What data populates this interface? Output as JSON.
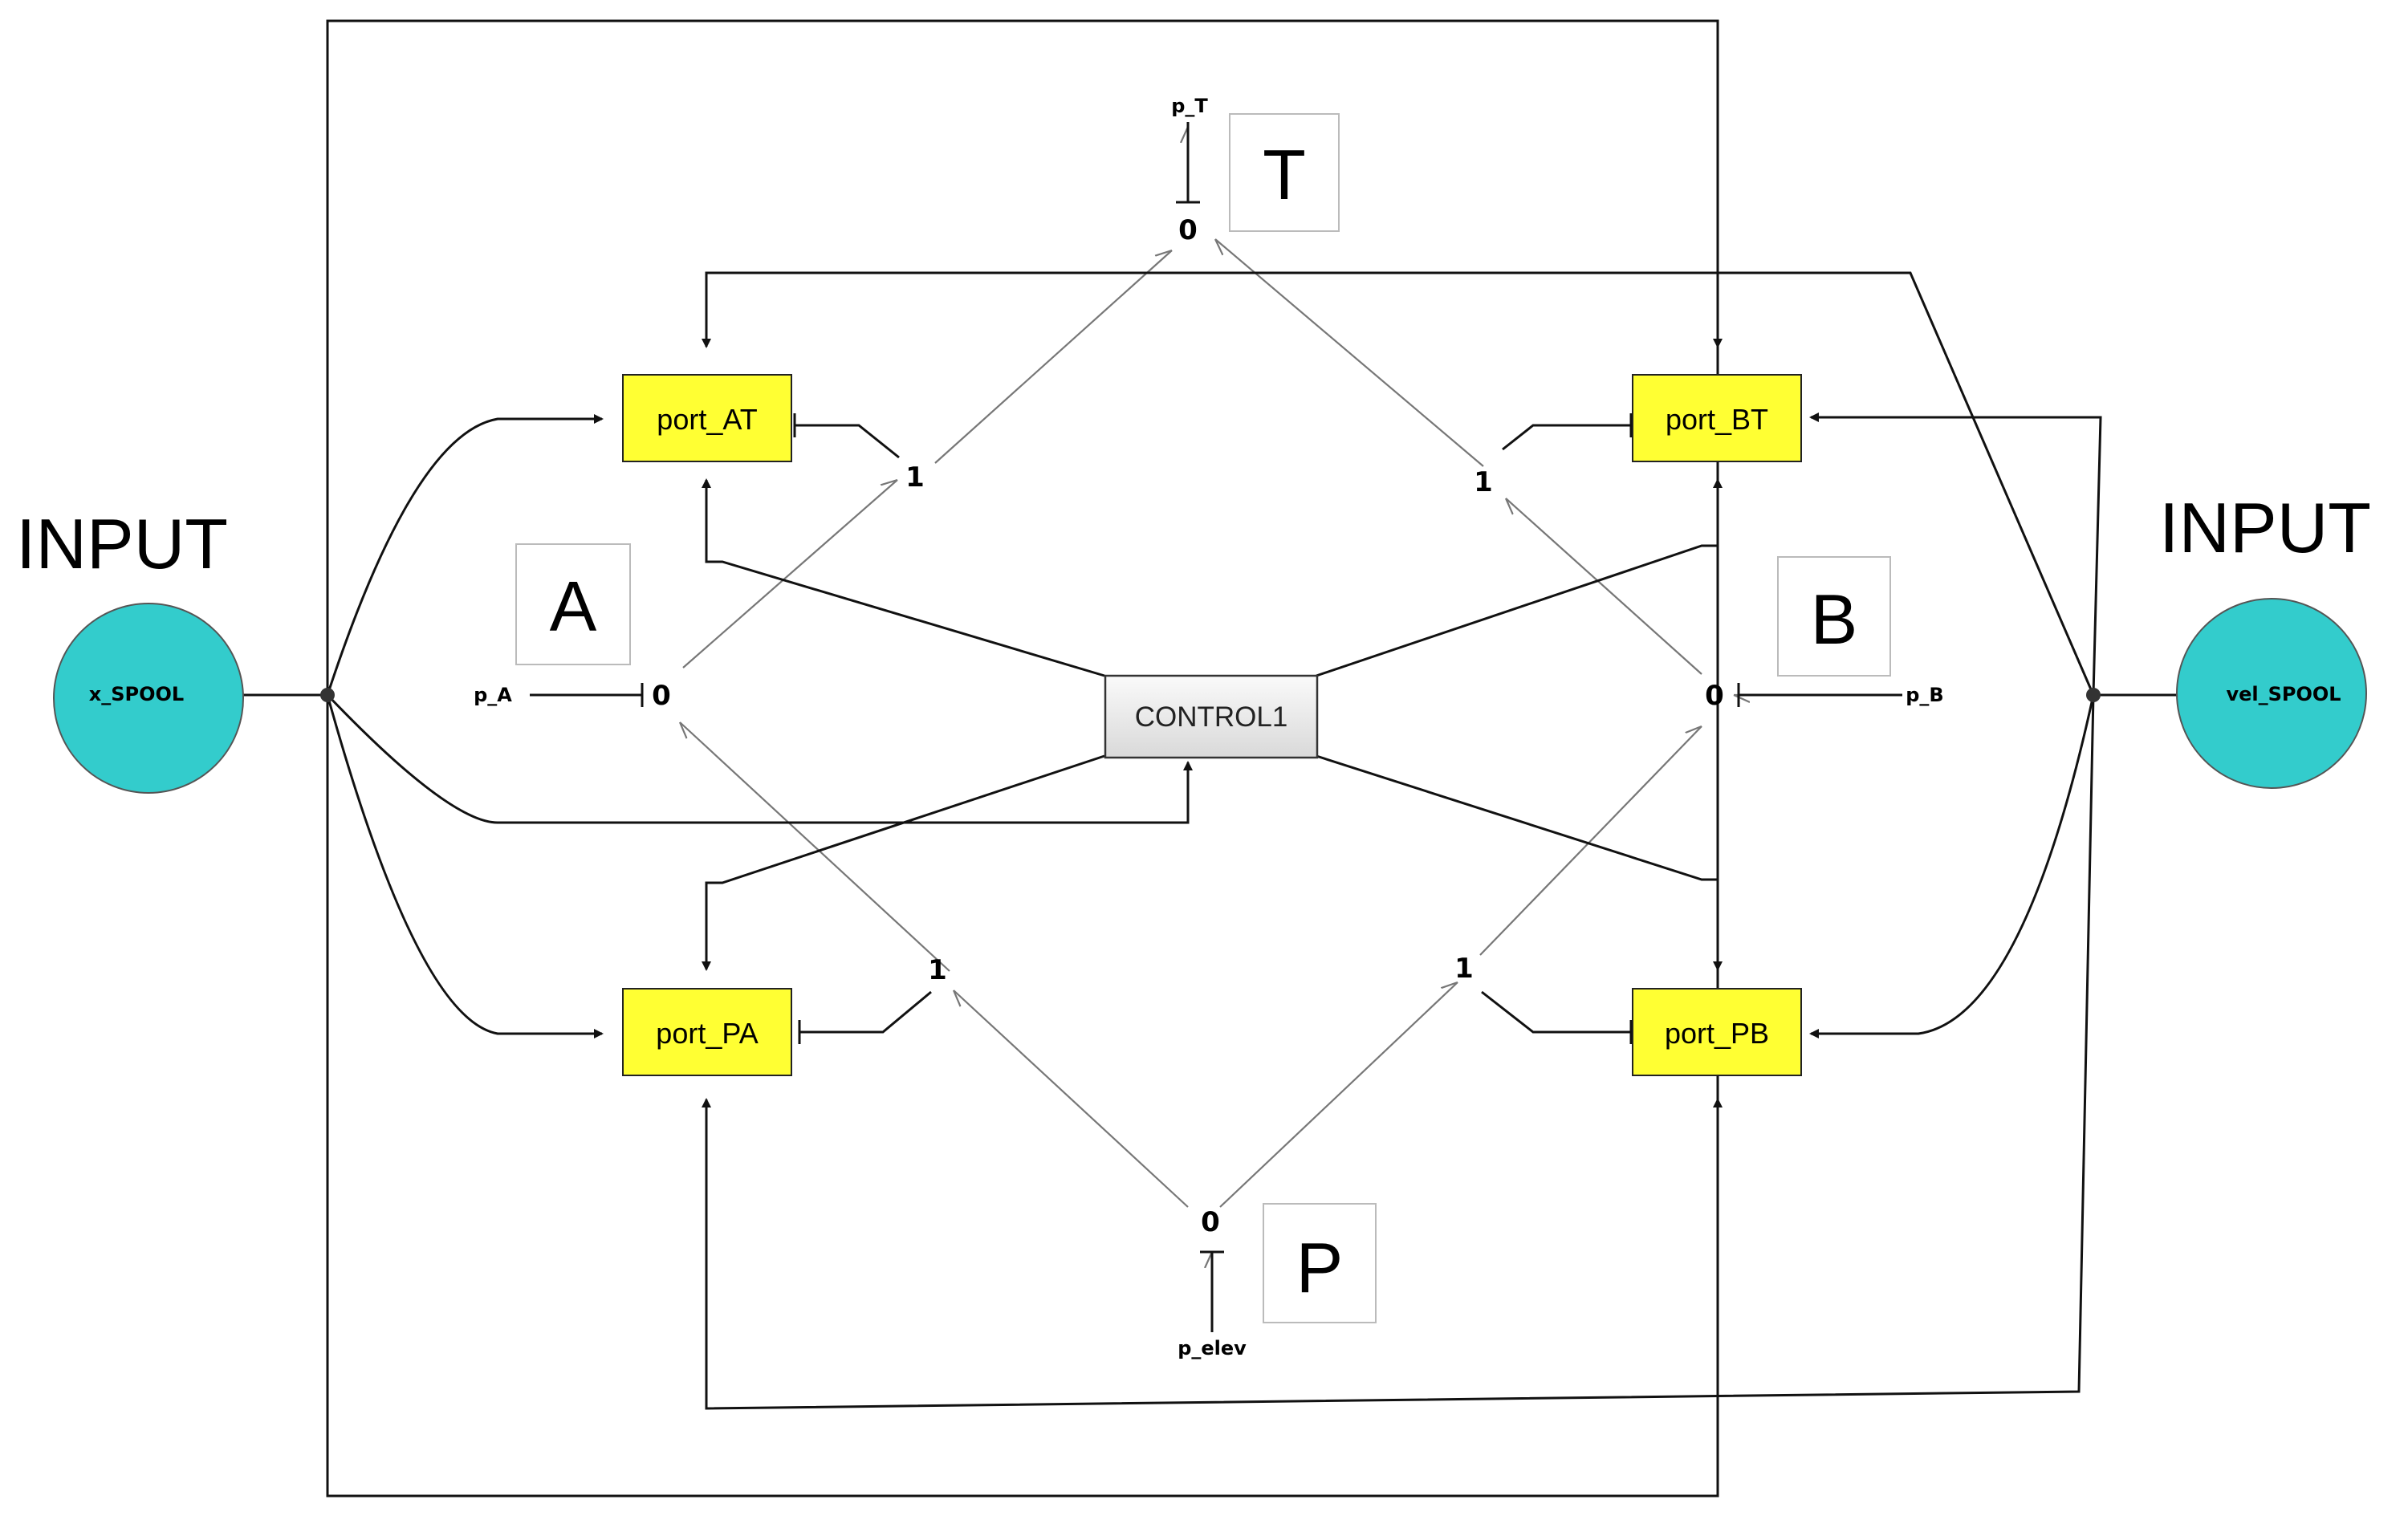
{
  "inputs": {
    "left_caption": "INPUT",
    "right_caption": "INPUT",
    "left_source": "x_SPOOL",
    "right_source": "vel_SPOOL",
    "source_color": "#33cccc"
  },
  "ports": {
    "at": "port_AT",
    "bt": "port_BT",
    "pa": "port_PA",
    "pb": "port_PB",
    "color": "#ffff33"
  },
  "control": {
    "label": "CONTROL1"
  },
  "junctions": {
    "zero": "0",
    "one": "1"
  },
  "boxes": {
    "t": "T",
    "a": "A",
    "b": "B",
    "p": "P"
  },
  "sources": {
    "p_t": "p_T",
    "p_a": "p_A",
    "p_b": "p_B",
    "p_elev": "p_elev"
  }
}
